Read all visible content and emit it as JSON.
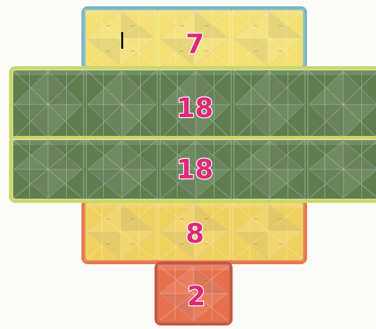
{
  "puzzle": {
    "rows": [
      {
        "label": "7",
        "fill": "#f3df72",
        "edge": "#7ab7bf",
        "tiles": 3
      },
      {
        "label": "18",
        "fill": "#5f7e50",
        "edge": "#c9d66a",
        "tiles": 5
      },
      {
        "label": "18",
        "fill": "#5f7e50",
        "edge": "#c9d66a",
        "tiles": 5
      },
      {
        "label": "8",
        "fill": "#f1d15e",
        "edge": "#e6784a",
        "tiles": 3
      },
      {
        "label": "2",
        "fill": "#e7704d",
        "edge": "#c9553d",
        "tiles": 1
      }
    ],
    "colors": {
      "label_text": "#e0287a",
      "label_outline": "#ffffff",
      "cursor": "#1a1a1a",
      "background": "#fbfbf7"
    }
  }
}
